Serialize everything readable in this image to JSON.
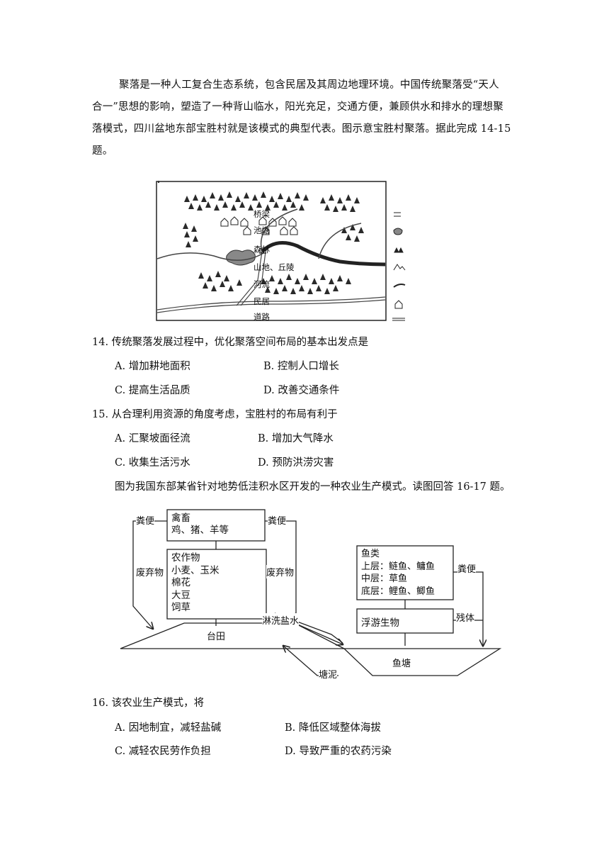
{
  "intro1": {
    "line1": "聚落是一种人工复合生态系统，包含民居及其周边地理环境。中国传统聚落受“天人",
    "line2": "合一”思想的影响，塑造了一种背山临水，阳光充足，交通方便，兼顾供水和排水的理想聚",
    "line3": "落模式，四川盆地东部宝胜村就是该模式的典型代表。图示意宝胜村聚落。据此完成 14-15",
    "line4": "题。"
  },
  "map_legend": [
    "桥梁",
    "池塘",
    "森林",
    "山地、丘陵",
    "河流",
    "民居",
    "道路"
  ],
  "q14": {
    "stem": "14. 传统聚落发展过程中，优化聚落空间布局的基本出发点是",
    "a": "A. 增加耕地面积",
    "b": "B. 控制人口增长",
    "c": "C. 提高生活品质",
    "d": "D. 改善交通条件"
  },
  "q15": {
    "stem": "15. 从合理利用资源的角度考虑，宝胜村的布局有利于",
    "a": "A. 汇聚坡面径流",
    "b": "B. 增加大气降水",
    "c": "C. 收集生活污水",
    "d": "D. 预防洪涝灾害"
  },
  "intro2": "图为我国东部某省针对地势低洼积水区开发的一种农业生产模式。读图回答 16-17 题。",
  "diagram": {
    "livestock_title": "禽畜",
    "livestock_items": "鸡、猪、羊等",
    "crops": [
      "农作物",
      "小麦、玉米",
      "棉花",
      "大豆",
      "饲草"
    ],
    "fish": [
      "鱼类",
      "上层：鲢鱼、鳙鱼",
      "中层：草鱼",
      "底层：鲤鱼、鲫鱼"
    ],
    "plankton": "浮游生物",
    "manure_left": "粪便",
    "manure_mid": "粪便",
    "manure_right": "粪便",
    "waste_left": "废弃物",
    "waste_mid": "废弃物",
    "leach": "淋洗盐水",
    "residue": "残体",
    "terrace": "台田",
    "pond": "鱼塘",
    "mud": "塘泥"
  },
  "q16": {
    "stem": "16. 该农业生产模式，将",
    "a": "A.  因地制宜，减轻盐碱",
    "b": "B.  降低区域整体海拔",
    "c": "C.  减轻农民劳作负担",
    "d": "D.  导致严重的农药污染"
  }
}
